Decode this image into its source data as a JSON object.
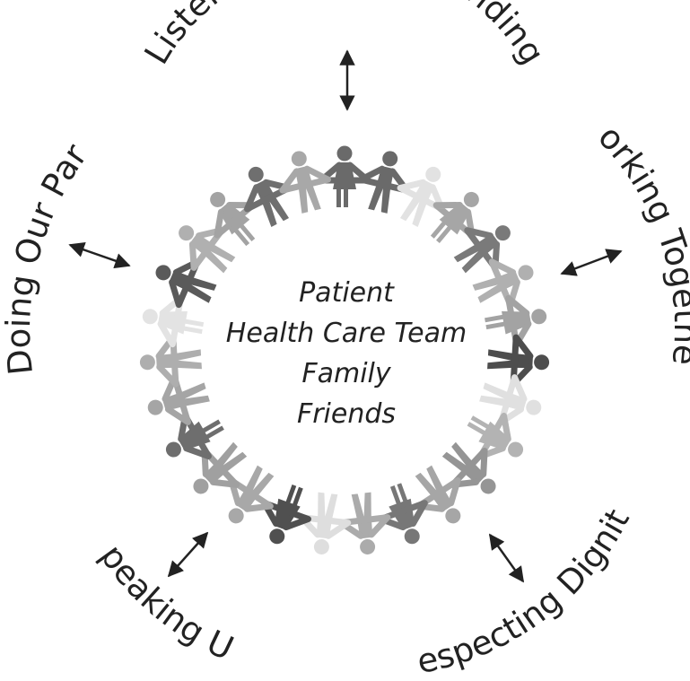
{
  "center": {
    "lines": [
      "Patient",
      "Health Care Team",
      "Family",
      "Friends"
    ]
  },
  "values": [
    {
      "id": "listening",
      "label": "Listening & Understanding"
    },
    {
      "id": "working",
      "label": "Working Together"
    },
    {
      "id": "respecting",
      "label": "Respecting Dignity"
    },
    {
      "id": "speaking",
      "label": "Speaking Up"
    },
    {
      "id": "doing",
      "label": "Doing Our Part"
    }
  ],
  "figure_colors": [
    "#6a6a6a",
    "#6a6a6a",
    "#e2e2e2",
    "#a6a6a6",
    "#7a7a7a",
    "#b0b0b0",
    "#a3a3a3",
    "#4d4d4d",
    "#e0e0e0",
    "#b3b3b3",
    "#959595",
    "#a6a6a6",
    "#777777",
    "#ababab",
    "#dedede",
    "#505050",
    "#a8a8a8",
    "#a0a0a0",
    "#6e6e6e",
    "#a5a5a5",
    "#aeaeae",
    "#e3e3e3",
    "#5a5a5a",
    "#b0b0b0",
    "#a3a3a3",
    "#6f6f6f",
    "#a8a8a8"
  ]
}
